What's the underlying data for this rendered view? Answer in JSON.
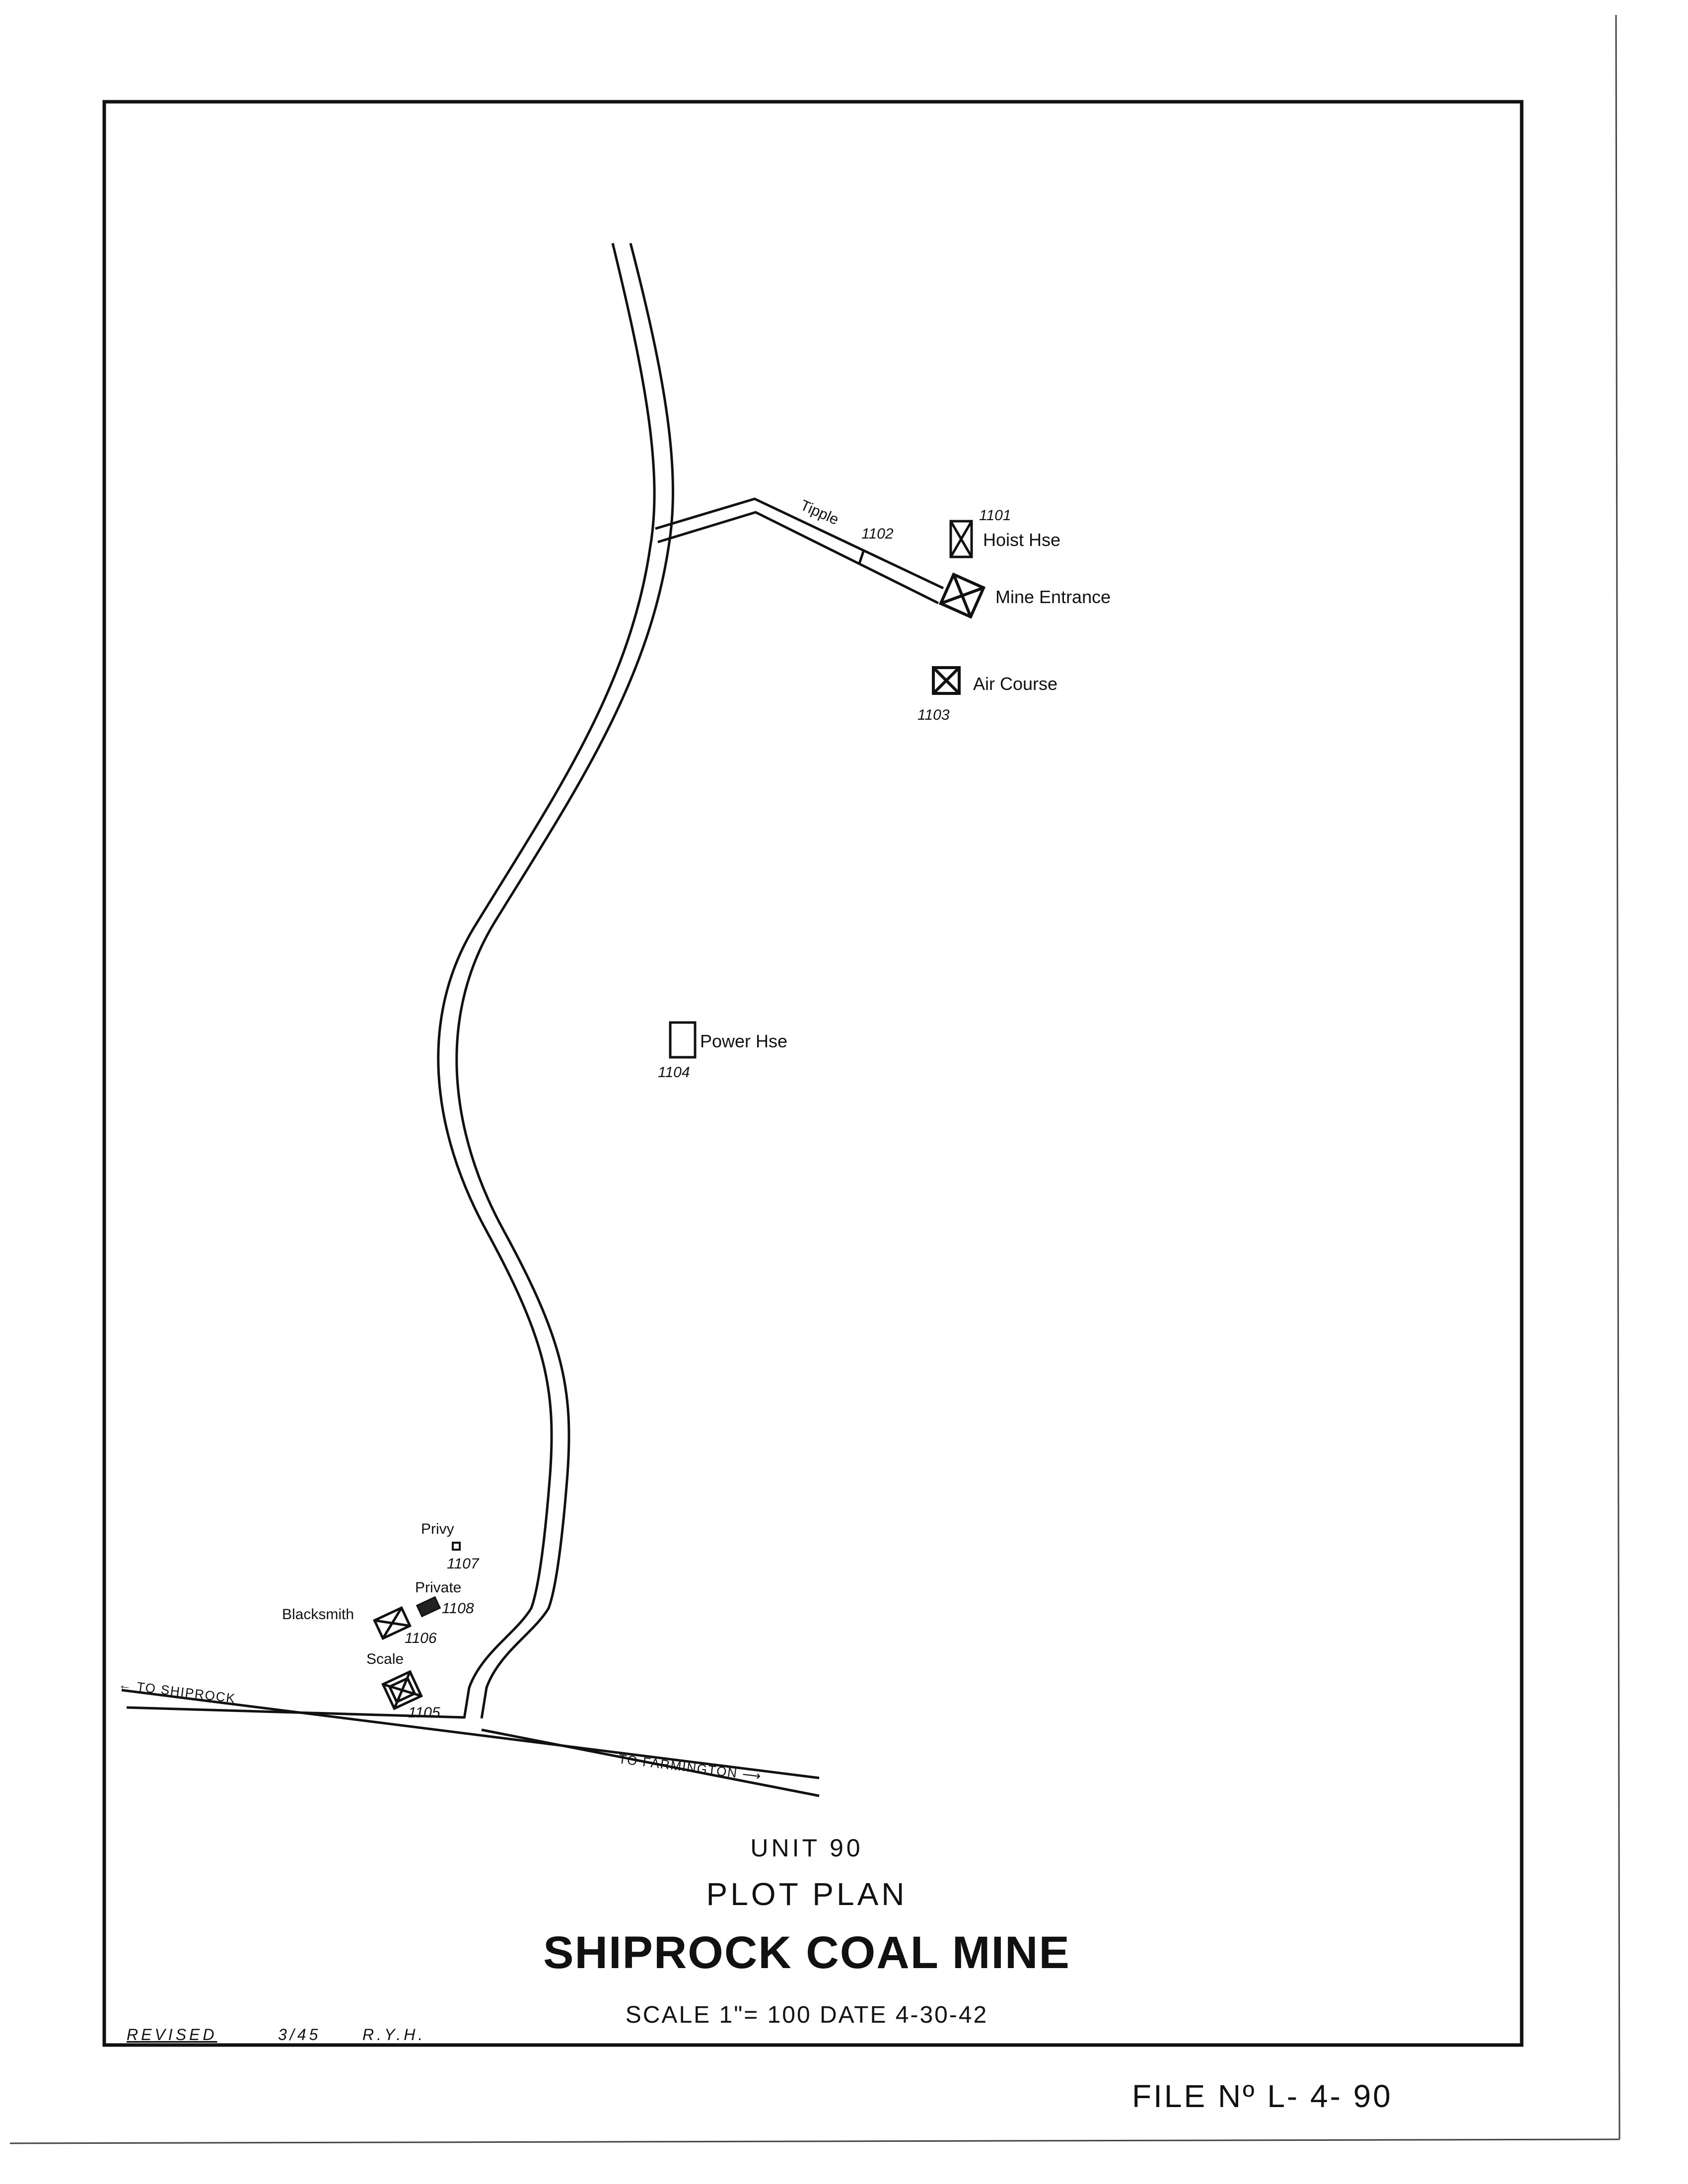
{
  "title_block": {
    "unit": "UNIT 90",
    "plan": "PLOT PLAN",
    "mine_name": "SHIPROCK COAL MINE",
    "scale_date": "SCALE 1\"= 100   DATE 4-30-42",
    "revised": "REVISED",
    "revised_date": "3/45",
    "revised_by": "R.Y.H.",
    "file_no": "FILE Nº  L- 4- 90"
  },
  "roads": {
    "to_shiprock": "← TO SHIPROCK",
    "to_farmington": "TO FARMINGTON ⟶"
  },
  "structures": {
    "tipple": {
      "label": "Tipple",
      "number": "1102"
    },
    "hoist_house": {
      "label": "Hoist Hse",
      "number": "1101"
    },
    "mine_entrance": {
      "label": "Mine Entrance"
    },
    "air_course": {
      "label": "Air Course",
      "number": "1103"
    },
    "power_house": {
      "label": "Power Hse",
      "number": "1104"
    },
    "privy": {
      "label": "Privy",
      "number": "1107"
    },
    "private": {
      "label": "Private",
      "number": "1108"
    },
    "blacksmith": {
      "label": "Blacksmith",
      "number": "1106"
    },
    "scale": {
      "label": "Scale",
      "number": "1105"
    }
  },
  "colors": {
    "ink": "#111111",
    "paper": "#ffffff"
  }
}
